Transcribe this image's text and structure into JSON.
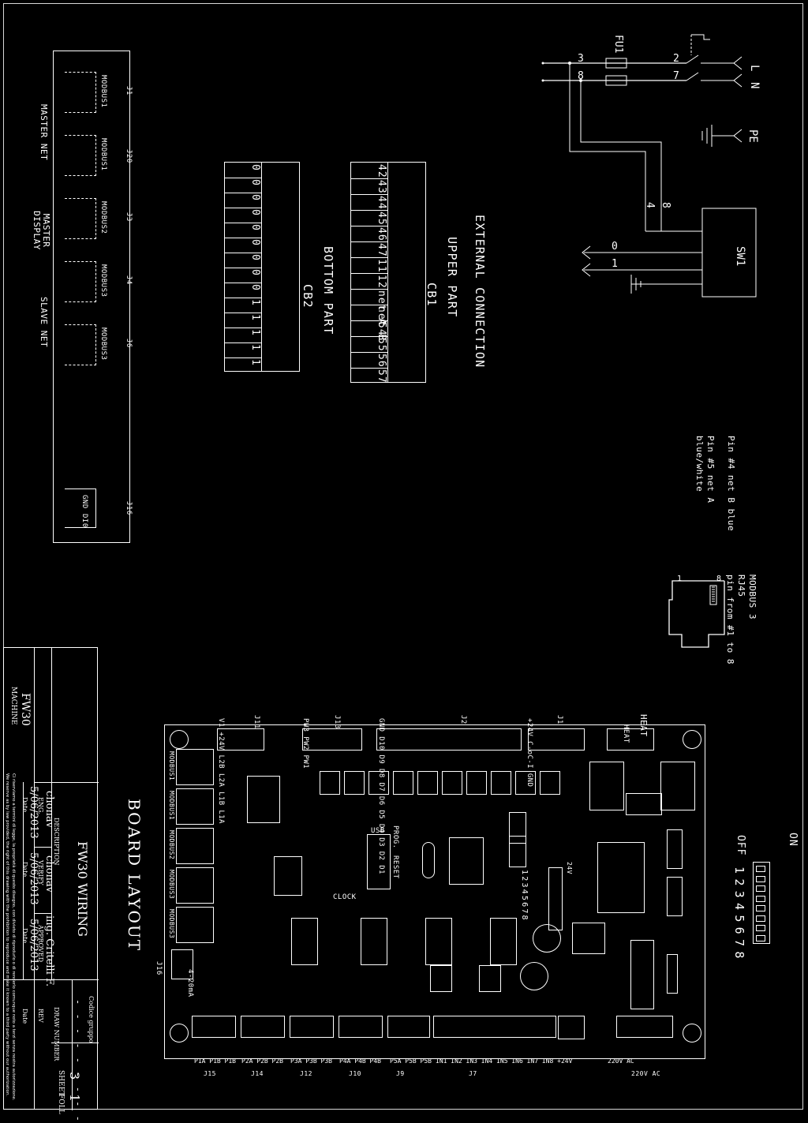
{
  "wiring": {
    "terminals": [
      "L",
      "N",
      "PE"
    ],
    "fuse": "FU1",
    "wire_numbers": [
      "3",
      "8",
      "2",
      "7",
      "4",
      "8"
    ],
    "switch": "SW1",
    "outputs": [
      "0",
      "1"
    ]
  },
  "external": {
    "title": "EXTERNAL CONNECTION",
    "upper_label": "UPPER PART",
    "cb1_label": "CB1",
    "cb1_cells": [
      "42",
      "43",
      "44",
      "45",
      "46",
      "47",
      "11",
      "12",
      "net A",
      "net B",
      "54",
      "55",
      "56",
      "57"
    ],
    "bottom_label": "BOTTOM PART",
    "cb2_label": "CB2",
    "cb2_cells": [
      "0",
      "0",
      "0",
      "0",
      "0",
      "0",
      "0",
      "0",
      "0",
      "1",
      "1",
      "1",
      "1",
      "1"
    ]
  },
  "connectors": {
    "items": [
      {
        "id": "J1",
        "bus": "MODBUS1"
      },
      {
        "id": "J20",
        "bus": "MODBUS1"
      },
      {
        "id": "J3",
        "bus": "MODBUS2"
      },
      {
        "id": "J4",
        "bus": "MODBUS3"
      },
      {
        "id": "J6",
        "bus": "MODBUS3"
      }
    ],
    "j16": {
      "id": "J16",
      "pins": [
        "GND",
        "DI0"
      ]
    },
    "master_net": "MASTER NET",
    "master_display": "MASTER DISPLAY",
    "slave_net": "SLAVE NET"
  },
  "notes": {
    "pin4": "Pin #4 net B blue",
    "pin5": "Pin #5 net A",
    "pin5_color": "blue/white",
    "modbus_title": "MODBUS 3",
    "rj45": "RJ45",
    "pin_range": "pin from #1 to 8",
    "pin_8": "8",
    "pin_1": "1"
  },
  "dip": {
    "on": "ON",
    "off": "OFF",
    "numbers": "12345678"
  },
  "board": {
    "title": "BOARD LAYOUT",
    "heat": "HEAT",
    "j11_pins": "V1 +24V L2B L2A L1B L1A",
    "j11": "J11",
    "j13_pins": "PW3 PW2 PW1",
    "j13": "J13",
    "j2_pins": "GND D10 D9 D8 D7 D6 D5 D4 D3 D2 D1",
    "j2": "J2",
    "j1_pins": "+24V C-oC-I GND",
    "j1": "J1",
    "modbus_labels": [
      "MODBUS1",
      "MODBUS1",
      "MODBUS2",
      "MODBUS3",
      "MODBUS3"
    ],
    "j16": "J16",
    "analog": "4-20mA",
    "usb": "USB",
    "prog": "PROG.",
    "reset": "RESET",
    "clock": "CLOCK",
    "dip_nums": "12345678",
    "v24": "24V",
    "bottom_connectors": [
      {
        "pins": "P1A P1B P1B",
        "id": "J15"
      },
      {
        "pins": "P2A P2B P2B",
        "id": "J14"
      },
      {
        "pins": "P3A P3B P3B",
        "id": "J12"
      },
      {
        "pins": "P4A P4B P4B",
        "id": "J10"
      },
      {
        "pins": "P5A P5B P5B",
        "id": "J9"
      },
      {
        "pins": "IN1 IN2 IN3 IN4 IN5 IN6 IN7 IN8 +24V",
        "id": "J7"
      },
      {
        "pins": "220V AC",
        "id": "220V AC"
      }
    ]
  },
  "title_block": {
    "machine": "FW30",
    "machine_label": "MACHINE",
    "drawing_title": "FW30 WIRING",
    "description_label": "DESCRIPTION",
    "eng_name": "chonav",
    "eng_label": "ENG.",
    "eng_date": "5/06/2013",
    "verify_name": "chonav",
    "verify_label": "VERIFY",
    "verify_date": "5/06/2013",
    "approved_name": "ing. Critelli F.",
    "approved_label": "APPROVED",
    "approved_date": "5/06/2013",
    "date_label": "Date",
    "rev_label": "REV",
    "codice_label": "Codice gruppo",
    "draw_number_label": "DRAW NUMBER",
    "sheet_label": "SHEET",
    "sheet": "1",
    "sheets_total": "3",
    "foll": "FOLL",
    "disclaimer_it": "Ci riserviamo a termini di legge, la proprietà di questo disegno, con divieto di riprodurlo o di renderlo comunque noto a terzi senza nostra autorizzazione.",
    "disclaimer_en": "We reserve as by law provided, the right of this drawing with the prohibition to reproduce and make it known to a third party without our authorization."
  }
}
